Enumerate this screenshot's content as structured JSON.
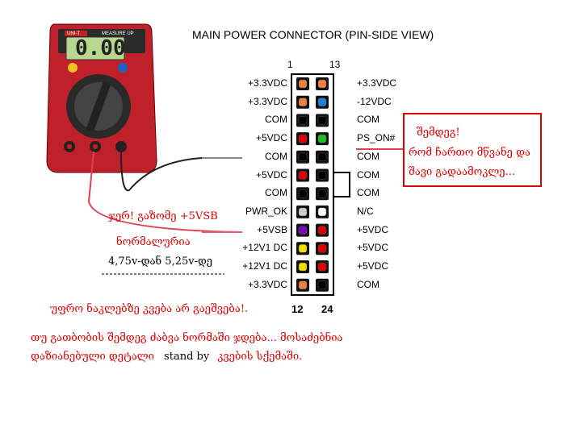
{
  "title": "MAIN POWER CONNECTOR  (PIN-SIDE VIEW)",
  "pin_numbers": {
    "top_left": "1",
    "top_right": "13",
    "bottom_left": "12",
    "bottom_right": "24"
  },
  "multimeter": {
    "brand": "UNI-T",
    "model": "MEASURE UP",
    "display": "0.00"
  },
  "left_column": [
    {
      "label": "+3.3VDC",
      "color": "#f08040"
    },
    {
      "label": "+3.3VDC",
      "color": "#f08040"
    },
    {
      "label": "COM",
      "color": "#000000"
    },
    {
      "label": "+5VDC",
      "color": "#e00000"
    },
    {
      "label": "COM",
      "color": "#000000"
    },
    {
      "label": "+5VDC",
      "color": "#e00000"
    },
    {
      "label": "COM",
      "color": "#000000"
    },
    {
      "label": "PWR_OK",
      "color": "#cccccc"
    },
    {
      "label": "+5VSB",
      "color": "#8000c0"
    },
    {
      "label": "+12V1 DC",
      "color": "#f0e000"
    },
    {
      "label": "+12V1 DC",
      "color": "#f0e000"
    },
    {
      "label": "+3.3VDC",
      "color": "#f08040"
    }
  ],
  "right_column": [
    {
      "label": "+3.3VDC",
      "color": "#f08040"
    },
    {
      "label": "-12VDC",
      "color": "#2080e0"
    },
    {
      "label": "COM",
      "color": "#000000"
    },
    {
      "label": "PS_ON#",
      "color": "#20c020"
    },
    {
      "label": "COM",
      "color": "#000000"
    },
    {
      "label": "COM",
      "color": "#000000"
    },
    {
      "label": "COM",
      "color": "#000000"
    },
    {
      "label": "N/C",
      "color": "#ffffff"
    },
    {
      "label": "+5VDC",
      "color": "#e00000"
    },
    {
      "label": "+5VDC",
      "color": "#e00000"
    },
    {
      "label": "+5VDC",
      "color": "#e00000"
    },
    {
      "label": "COM",
      "color": "#000000"
    }
  ],
  "callout": {
    "line1": "შემდეგ!",
    "line2": "რომ ჩართო მწვანე და",
    "line3": "შავი გადაამოკლე..."
  },
  "notes": {
    "first": "ჯერ! გაზომე +5VSB",
    "normal": "ნორმალურია",
    "range": "4,75v-დან 5,25v-დე",
    "more_often": "უფრო ნაკლებზე კვება არ გაეშვება!.",
    "bottom1": "თუ გათბობის შემდეგ ძაბვა ნორმაში ჯდება... მოსაძებნია",
    "bottom2_a": "დაზიანებული  დეტალი",
    "bottom2_b": "stand by",
    "bottom2_c": "კვების სქემაში."
  }
}
